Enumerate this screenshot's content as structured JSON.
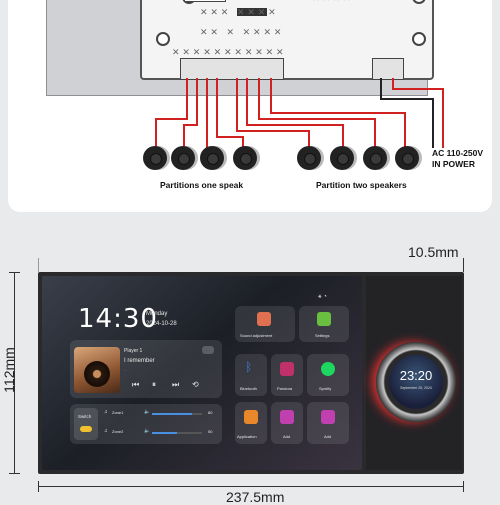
{
  "wiring": {
    "partition_one_caption": "Partitions one speak",
    "partition_two_caption": "Partition two speakers",
    "power_label_line1": "AC 110-250V",
    "power_label_line2": "IN POWER"
  },
  "dimensions": {
    "depth": "10.5mm",
    "height": "112mm",
    "width": "237.5mm"
  },
  "screen": {
    "time": "14:30",
    "weekday": "Monday",
    "date": "2024-10-28",
    "player": {
      "label": "Player 1",
      "song": "I remember",
      "subtitle": "...",
      "prev_icon": "prev-icon",
      "pause_icon": "pause-icon",
      "next_icon": "next-icon",
      "repeat_icon": "repeat-icon"
    },
    "switch_label": "Switch",
    "zones": [
      {
        "name": "Zone1",
        "volume": "80",
        "level": 0.8
      },
      {
        "name": "Zone2",
        "volume": "50",
        "level": 0.5
      }
    ],
    "apps": [
      {
        "label": "Sound adjustment",
        "icon": "sound-icon",
        "color": "#e07050"
      },
      {
        "label": "Settings",
        "icon": "settings-icon",
        "color": "#6abf40"
      },
      {
        "label": "Bluetooth",
        "icon": "bluetooth-icon",
        "color": "#3a7bd5"
      },
      {
        "label": "Pandora",
        "icon": "pandora-icon",
        "color": "#c0306a"
      },
      {
        "label": "Spotify",
        "icon": "spotify-icon",
        "color": "#1ed760"
      },
      {
        "label": "Application",
        "icon": "application-icon",
        "color": "#e8882a"
      },
      {
        "label": "Add",
        "icon": "add-icon",
        "color": "#c040b0"
      },
      {
        "label": "Add",
        "icon": "add-icon",
        "color": "#c040b0"
      }
    ]
  },
  "knob": {
    "time": "23:20",
    "date": "September 25, 2024"
  }
}
